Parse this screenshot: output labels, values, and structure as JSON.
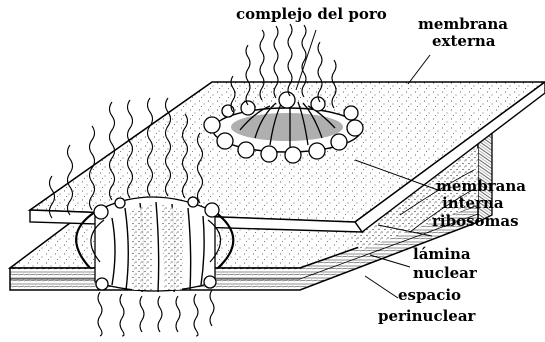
{
  "labels": {
    "pore_complex": "complejo del poro",
    "outer_membrane": [
      "membrana",
      "externa"
    ],
    "inner_membrane": [
      "membrana",
      "interna"
    ],
    "ribosomes": "ribosomas",
    "nuclear_lamina": [
      "lámina",
      "nuclear"
    ],
    "perinuclear_space": [
      "espacio",
      "perinuclear"
    ]
  },
  "colors": {
    "ink": "#000000",
    "paper": "#ffffff",
    "stipple": "#3a3a3a"
  },
  "icons": {
    "pore_subunits": "bead-ring",
    "chromatin_fibers": "wavy-lines"
  }
}
